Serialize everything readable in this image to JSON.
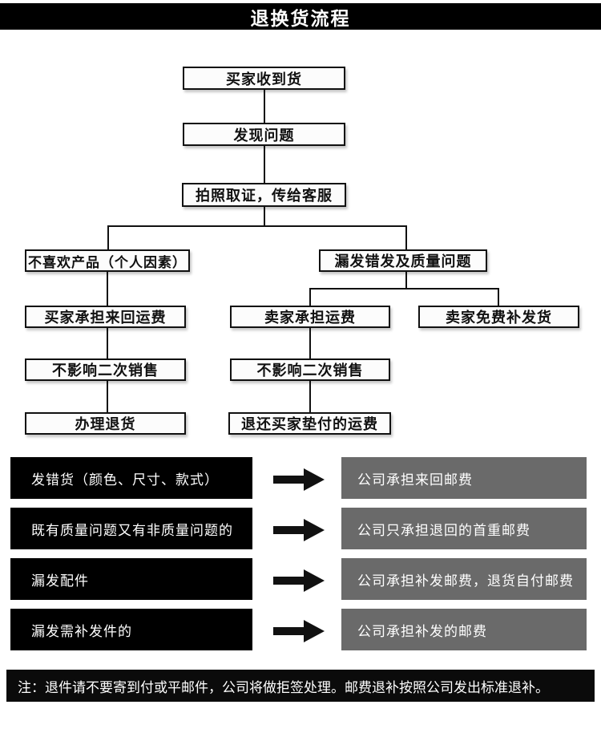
{
  "header": {
    "title": "退换货流程"
  },
  "flowchart": {
    "nodes": {
      "receive": "买家收到货",
      "find_problem": "发现问题",
      "photo": "拍照取证，传给客服",
      "dislike": "不喜欢产品（个人因素）",
      "wrong_quality": "漏发错发及质量问题",
      "buyer_pays": "买家承担来回运费",
      "seller_pays": "卖家承担运费",
      "seller_reship": "卖家免费补发货",
      "resale_left": "不影响二次销售",
      "resale_right": "不影响二次销售",
      "process_return": "办理退货",
      "refund_shipping": "退还买家垫付的运费"
    }
  },
  "policy_rows": [
    {
      "condition": "发错货（颜色、尺寸、款式）",
      "result": "公司承担来回邮费"
    },
    {
      "condition": "既有质量问题又有非质量问题的",
      "result": "公司只承担退回的首重邮费"
    },
    {
      "condition": "漏发配件",
      "result": "公司承担补发邮费，退货自付邮费"
    },
    {
      "condition": "漏发需补发件的",
      "result": "公司承担补发的邮费"
    }
  ],
  "note": "注：退件请不要寄到付或平邮件，公司将做拒签处理。邮费退补按照公司发出标准退补。",
  "colors": {
    "header_bg": "#000000",
    "flow_box_border": "#111111",
    "condition_bg": "#000000",
    "result_bg": "#6a6a6a",
    "arrow": "#111111",
    "note_bg": "#0b0b0b"
  }
}
